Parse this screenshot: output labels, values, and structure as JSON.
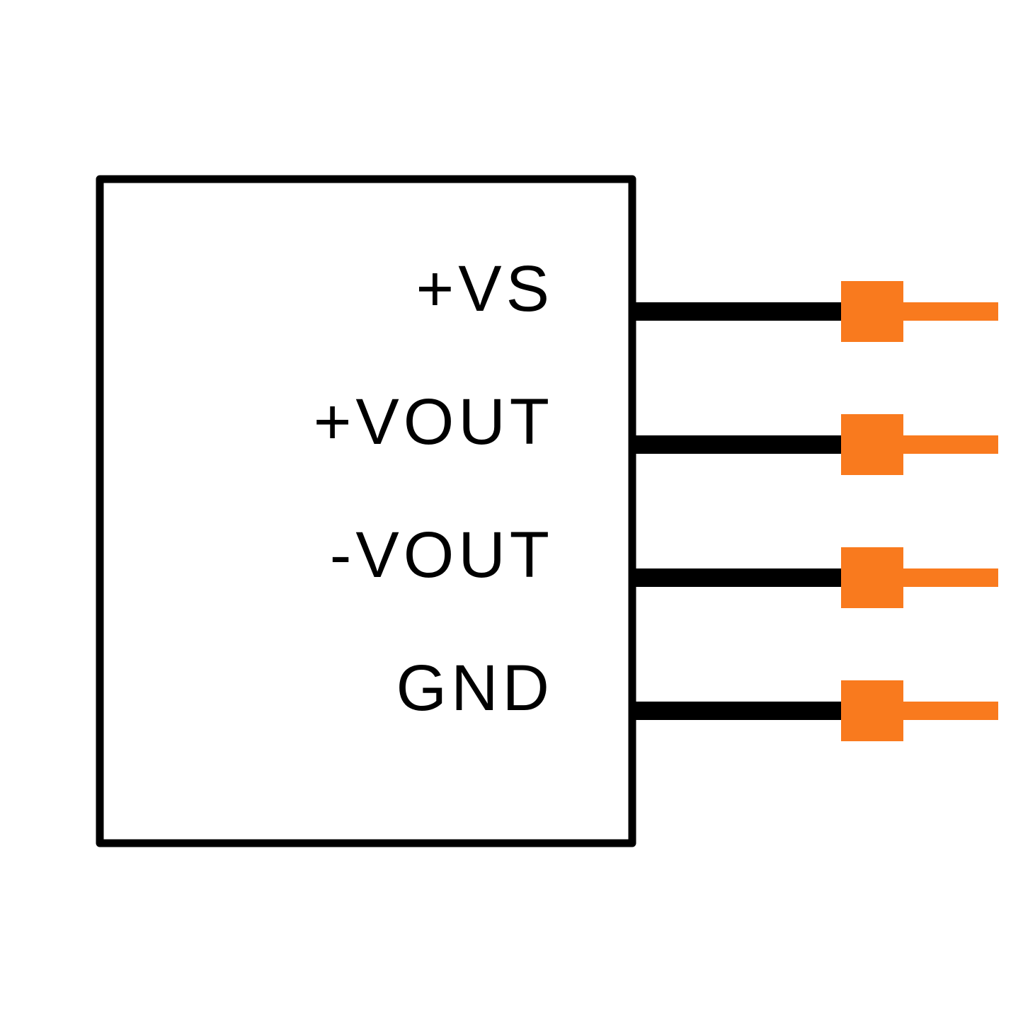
{
  "component": {
    "pins": [
      {
        "label": "+VS"
      },
      {
        "label": "+VOUT"
      },
      {
        "label": "-VOUT"
      },
      {
        "label": "GND"
      }
    ]
  },
  "colors": {
    "body_outline": "#000000",
    "pin_line": "#000000",
    "connection_point": "#F97A1E",
    "background": "#ffffff"
  }
}
